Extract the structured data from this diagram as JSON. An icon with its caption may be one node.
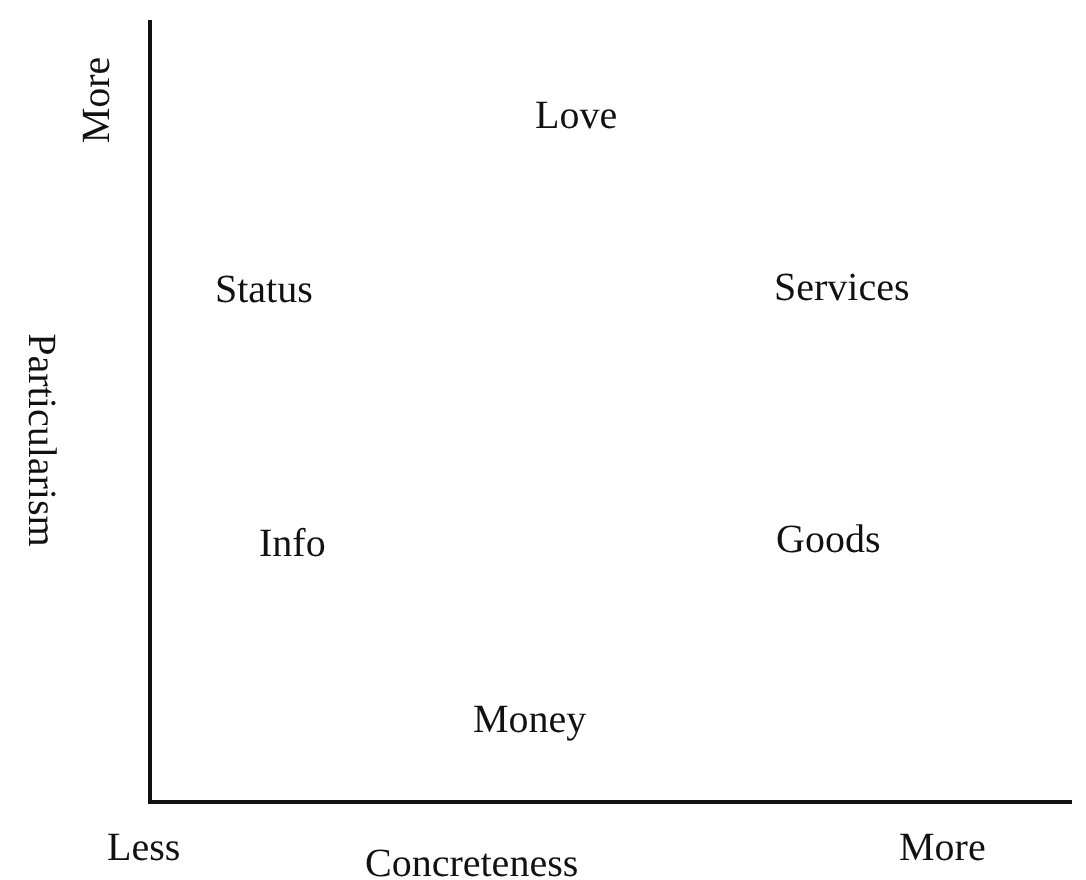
{
  "diagram": {
    "labels": [
      "More",
      "Love",
      "Status",
      "Services",
      "Particularism",
      "Info",
      "Goods",
      "Money",
      "Less",
      "Concreteness",
      "More"
    ]
  }
}
